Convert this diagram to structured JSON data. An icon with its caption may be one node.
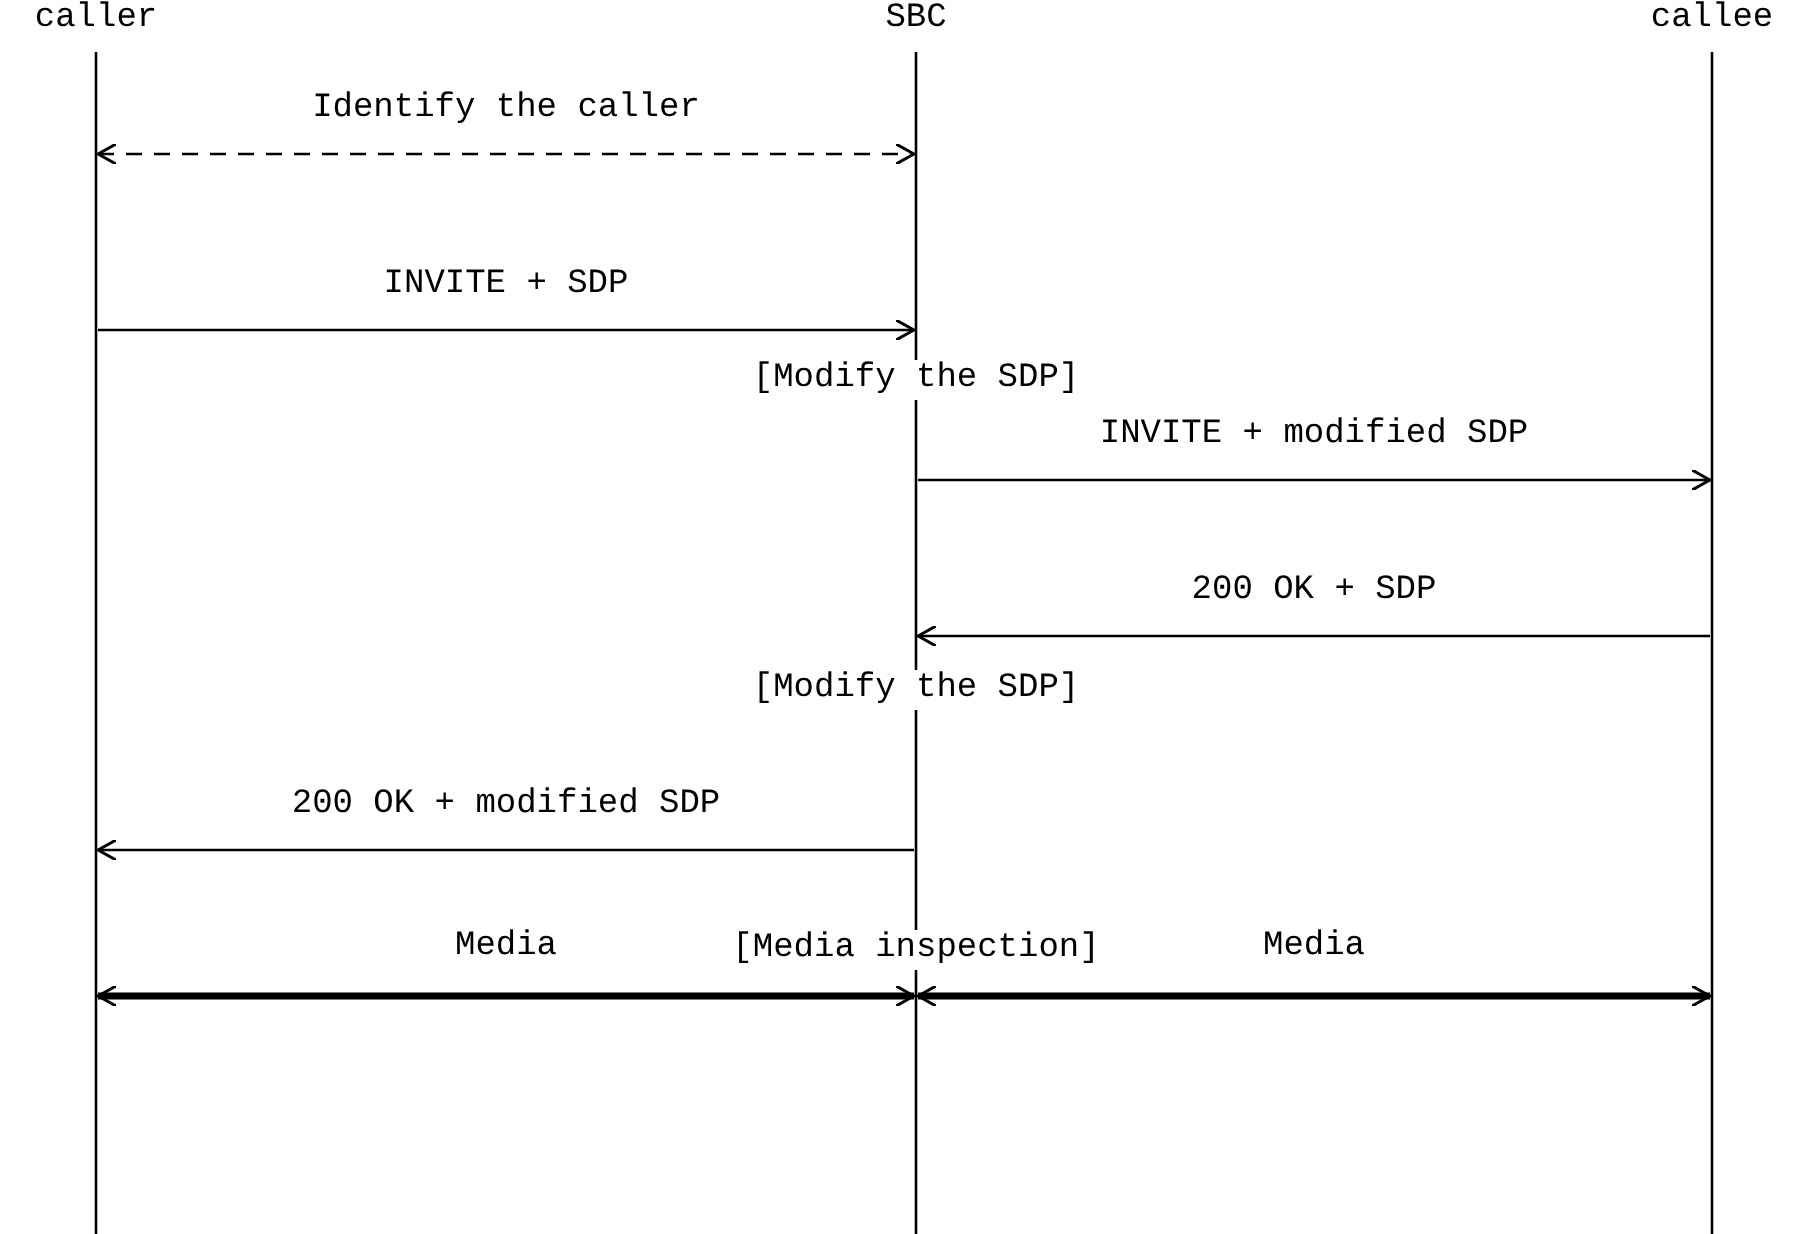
{
  "diagram": {
    "nodes": [
      {
        "text": [
          "caller"
        ]
      },
      {
        "text": [
          "SBC"
        ]
      },
      {
        "text": [
          "callee"
        ]
      }
    ],
    "edges": [
      {
        "from": 0,
        "to": 1,
        "arrow": "both",
        "label": "Identify the caller",
        "style": "dashed"
      },
      {
        "from": 0,
        "to": 1,
        "arrow": "to",
        "label": "INVITE + SDP"
      },
      {
        "from": 1,
        "to": 2,
        "arrow": "to",
        "label": "INVITE + modified SDP"
      },
      {
        "from": 2,
        "to": 1,
        "arrow": "to",
        "label": "200 OK + SDP"
      },
      {
        "from": 1,
        "to": 0,
        "arrow": "to",
        "label": "200 OK + modified SDP"
      },
      {
        "from": 0,
        "to": 1,
        "arrow": "both",
        "label": "Media",
        "style": "thick"
      },
      {
        "from": 1,
        "to": 2,
        "arrow": "both",
        "label": "Media",
        "style": "thick"
      }
    ],
    "labels": [
      "[Modify the SDP]",
      "[Modify the SDP]",
      "[Media inspection]"
    ]
  }
}
